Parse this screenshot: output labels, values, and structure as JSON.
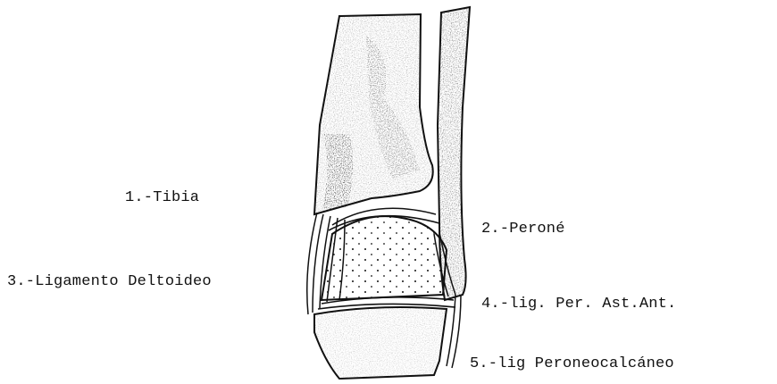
{
  "labels": {
    "tibia": "1.-Tibia",
    "perone": "2.-Peroné",
    "deltoideo": "3.-Ligamento Deltoideo",
    "per_ast_ant": "4.-lig. Per. Ast.Ant.",
    "peroneocalcaneo": "5.-lig Peroneocalcáneo"
  },
  "colors": {
    "ink": "#111111",
    "background": "#ffffff"
  }
}
